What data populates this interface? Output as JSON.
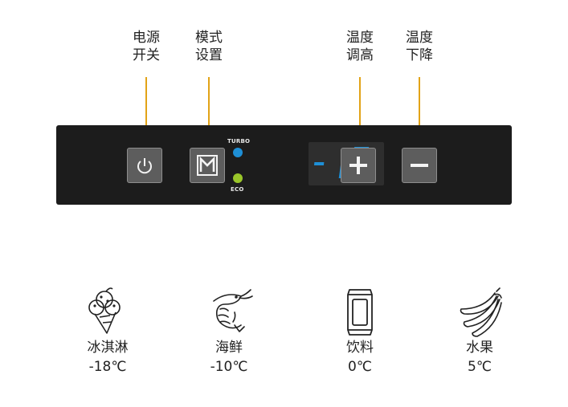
{
  "labels": {
    "power": "电源\n开关",
    "mode": "模式\n设置",
    "temp_up": "温度\n调高",
    "temp_down": "温度\n下降"
  },
  "panel": {
    "indicators": {
      "turbo": "TURBO",
      "eco": "ECO"
    },
    "display_value": "-18",
    "colors": {
      "panel": "#1c1c1c",
      "button": "#5d5d5d",
      "display_digits": "#1e8fd6",
      "turbo_dot": "#1e8fd6",
      "eco_dot": "#9ac62a",
      "leader_line": "#e2a317"
    },
    "buttons": {
      "power_icon": "power-icon",
      "mode_icon": "mode-m-icon",
      "plus_icon": "plus-icon",
      "minus_icon": "minus-icon"
    }
  },
  "categories": [
    {
      "icon": "ice-cream-icon",
      "name": "冰淇淋",
      "temp": "-18℃"
    },
    {
      "icon": "shrimp-icon",
      "name": "海鲜",
      "temp": "-10℃"
    },
    {
      "icon": "can-icon",
      "name": "饮料",
      "temp": "0℃"
    },
    {
      "icon": "banana-icon",
      "name": "水果",
      "temp": "5℃"
    }
  ]
}
